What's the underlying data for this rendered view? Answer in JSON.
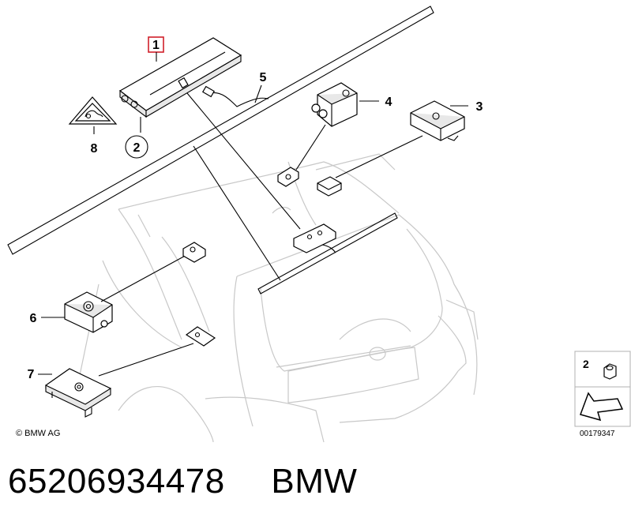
{
  "callouts": {
    "c1": "1",
    "c2": "2",
    "c3": "3",
    "c4": "4",
    "c5": "5",
    "c6": "6",
    "c7": "7",
    "c8": "8"
  },
  "copyright": "© BMW AG",
  "legend": {
    "number": "2",
    "ref": "00179347"
  },
  "footer": {
    "part_number": "65206934478",
    "brand": "BMW"
  },
  "colors": {
    "line": "#000000",
    "car_outline": "#c8c8c8",
    "highlight_box": "#d0202a",
    "background": "#ffffff"
  },
  "icons": [
    "warning-triangle-icon",
    "nut-icon",
    "arrow-icon"
  ]
}
